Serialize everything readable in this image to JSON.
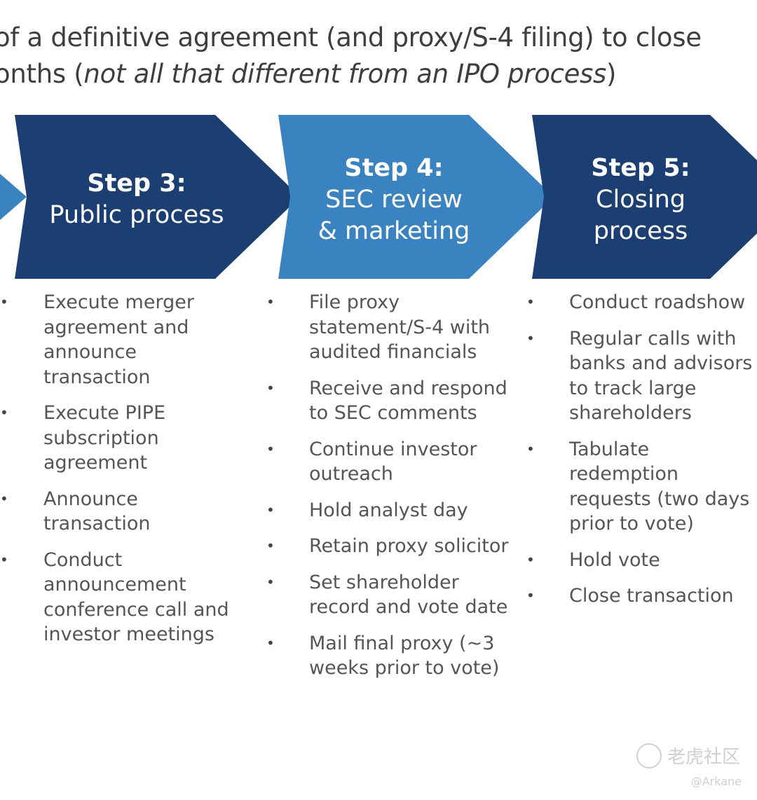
{
  "header": {
    "line1": "of a definitive agreement (and proxy/S-4 filing) to close",
    "line2_plain": "onths (",
    "line2_italic": "not all that different from an IPO process",
    "line2_end": ")"
  },
  "colors": {
    "dark_blue": "#1b3f73",
    "light_blue": "#3a83c1",
    "text": "#555555"
  },
  "steps": [
    {
      "num": "Step 3:",
      "sub1": "Public process",
      "sub2": ""
    },
    {
      "num": "Step 4:",
      "sub1": "SEC review",
      "sub2": "& marketing"
    },
    {
      "num": "Step 5:",
      "sub1": "Closing",
      "sub2": "process"
    }
  ],
  "columns": [
    [
      "Execute merger agreement and announce transaction",
      "Execute PIPE subscription agreement",
      "Announce transaction",
      "Conduct announcement conference call and investor meetings"
    ],
    [
      "File proxy statement/S-4 with audited financials",
      "Receive and respond to SEC comments",
      "Continue investor outreach",
      "Hold analyst day",
      "Retain proxy solicitor",
      "Set shareholder record and vote date",
      "Mail final proxy (~3 weeks prior to vote)"
    ],
    [
      "Conduct roadshow",
      "Regular calls with banks and advisors to track large shareholders",
      "Tabulate redemption requests (two days prior to vote)",
      "Hold vote",
      "Close transaction"
    ]
  ],
  "watermark": {
    "text": "老虎社区",
    "credit": "@Arkane",
    "logo_icon": "tiger-community-logo-icon"
  }
}
